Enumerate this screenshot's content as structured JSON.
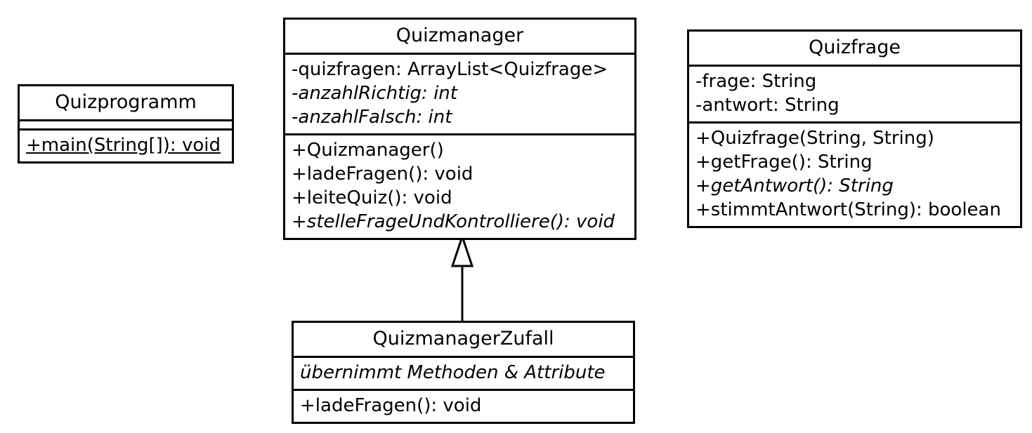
{
  "diagram": {
    "background_color": "#ffffff",
    "line_color": "#000000",
    "classes": {
      "quizprogramm": {
        "name": "Quizprogramm",
        "attributes": [],
        "methods": [
          {
            "text": "+main(String[]): void",
            "underline": true,
            "italic": false
          }
        ]
      },
      "quizmanager": {
        "name": "Quizmanager",
        "attributes": [
          {
            "text": "-quizfragen: ArrayList<Quizfrage>",
            "italic": false
          },
          {
            "text": "-anzahlRichtig: int",
            "italic": true
          },
          {
            "text": "-anzahlFalsch: int",
            "italic": true
          }
        ],
        "methods": [
          {
            "text": "+Quizmanager()",
            "italic": false
          },
          {
            "text": "+ladeFragen(): void",
            "italic": false
          },
          {
            "text": "+leiteQuiz(): void",
            "italic": false
          },
          {
            "text": "+stelleFrageUndKontrolliere(): void",
            "italic": true
          }
        ]
      },
      "quizfrage": {
        "name": "Quizfrage",
        "attributes": [
          {
            "text": "-frage: String",
            "italic": false
          },
          {
            "text": "-antwort: String",
            "italic": false
          }
        ],
        "methods": [
          {
            "text": "+Quizfrage(String, String)",
            "italic": false
          },
          {
            "text": "+getFrage(): String",
            "italic": false
          },
          {
            "text": "+getAntwort(): String",
            "italic": true
          },
          {
            "text": "+stimmtAntwort(String): boolean",
            "italic": false
          }
        ]
      },
      "quizmanagerzufall": {
        "name": "QuizmanagerZufall",
        "attributes": [
          {
            "text": "übernimmt Methoden & Attribute",
            "italic": true
          }
        ],
        "methods": [
          {
            "text": "+ladeFragen(): void",
            "italic": false
          }
        ]
      }
    },
    "relations": [
      {
        "type": "generalization",
        "from": "QuizmanagerZufall",
        "to": "Quizmanager"
      }
    ]
  }
}
